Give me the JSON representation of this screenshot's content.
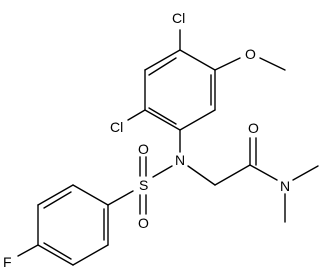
{
  "molecule": {
    "atoms": {
      "cl_top": "Cl",
      "o_methoxy": "O",
      "cl_left": "Cl",
      "n_sulfonamide": "N",
      "s_sulfonyl": "S",
      "o_sulfonyl_top": "O",
      "o_sulfonyl_bottom": "O",
      "f_aryl": "F",
      "o_carbonyl": "O",
      "n_amide": "N"
    },
    "colors": {
      "bond": "#000000",
      "background": "#ffffff"
    }
  }
}
